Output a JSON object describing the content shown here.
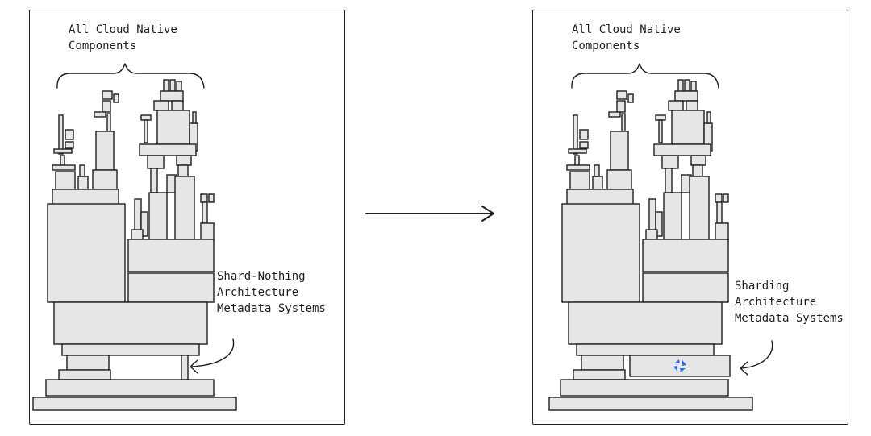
{
  "left_panel": {
    "top_label": [
      "All Cloud Native",
      "Components"
    ],
    "side_label": [
      "Shard-Nothing",
      "Architecture",
      "Metadata Systems"
    ]
  },
  "right_panel": {
    "top_label": [
      "All Cloud Native",
      "Components"
    ],
    "side_label": [
      "Sharding",
      "Architecture",
      "Metadata Systems"
    ],
    "logo_color": "#2b6df0"
  },
  "colors": {
    "stroke": "#1e1e1e",
    "fill": "#e6e6e6"
  }
}
